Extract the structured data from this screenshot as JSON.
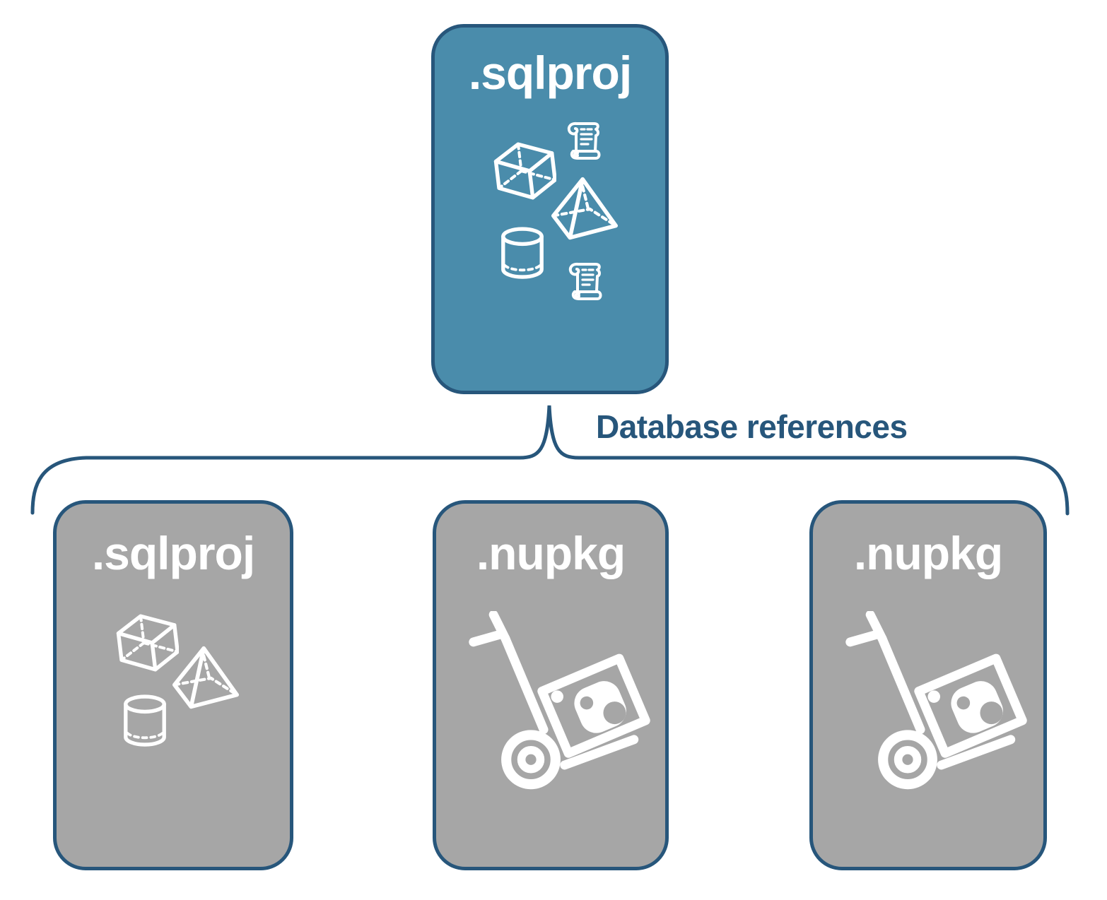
{
  "diagram": {
    "root": {
      "label": ".sqlproj",
      "icons": [
        "cube-icon",
        "scroll-icon",
        "pyramid-icon",
        "cylinder-icon",
        "scroll-icon"
      ]
    },
    "connector": {
      "label": "Database references"
    },
    "children": [
      {
        "label": ".sqlproj",
        "icons": [
          "cube-icon",
          "pyramid-icon",
          "cylinder-icon"
        ]
      },
      {
        "label": ".nupkg",
        "icons": [
          "package-dolly-icon"
        ]
      },
      {
        "label": ".nupkg",
        "icons": [
          "package-dolly-icon"
        ]
      }
    ]
  },
  "colors": {
    "accent": "#27567B",
    "teal": "#4A8CAB",
    "gray": "#A6A6A6",
    "icon_stroke": "#FFFFFF"
  }
}
